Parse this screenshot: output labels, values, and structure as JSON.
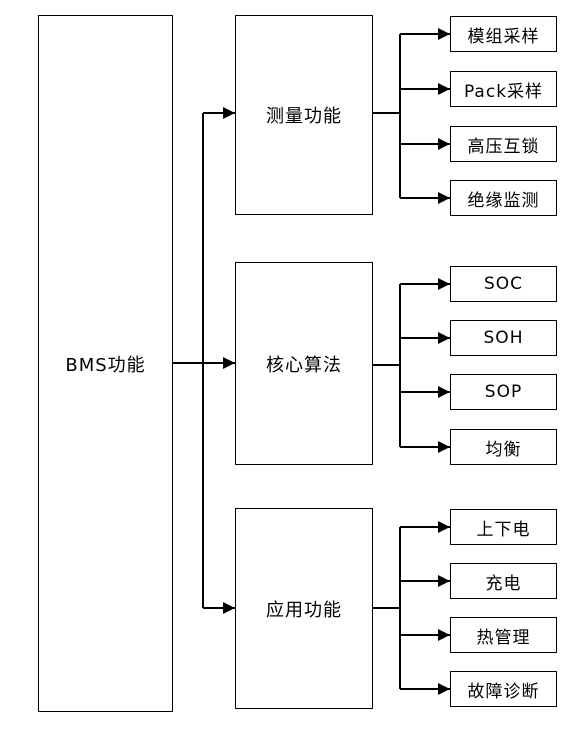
{
  "root": {
    "label": "BMS功能"
  },
  "categories": [
    {
      "label": "测量功能",
      "items": [
        "模组采样",
        "Pack采样",
        "高压互锁",
        "绝缘监测"
      ]
    },
    {
      "label": "核心算法",
      "items": [
        "SOC",
        "SOH",
        "SOP",
        "均衡"
      ]
    },
    {
      "label": "应用功能",
      "items": [
        "上下电",
        "充电",
        "热管理",
        "故障诊断"
      ]
    }
  ],
  "colors": {
    "line": "#000000",
    "box_border": "#000000",
    "background": "#ffffff"
  }
}
